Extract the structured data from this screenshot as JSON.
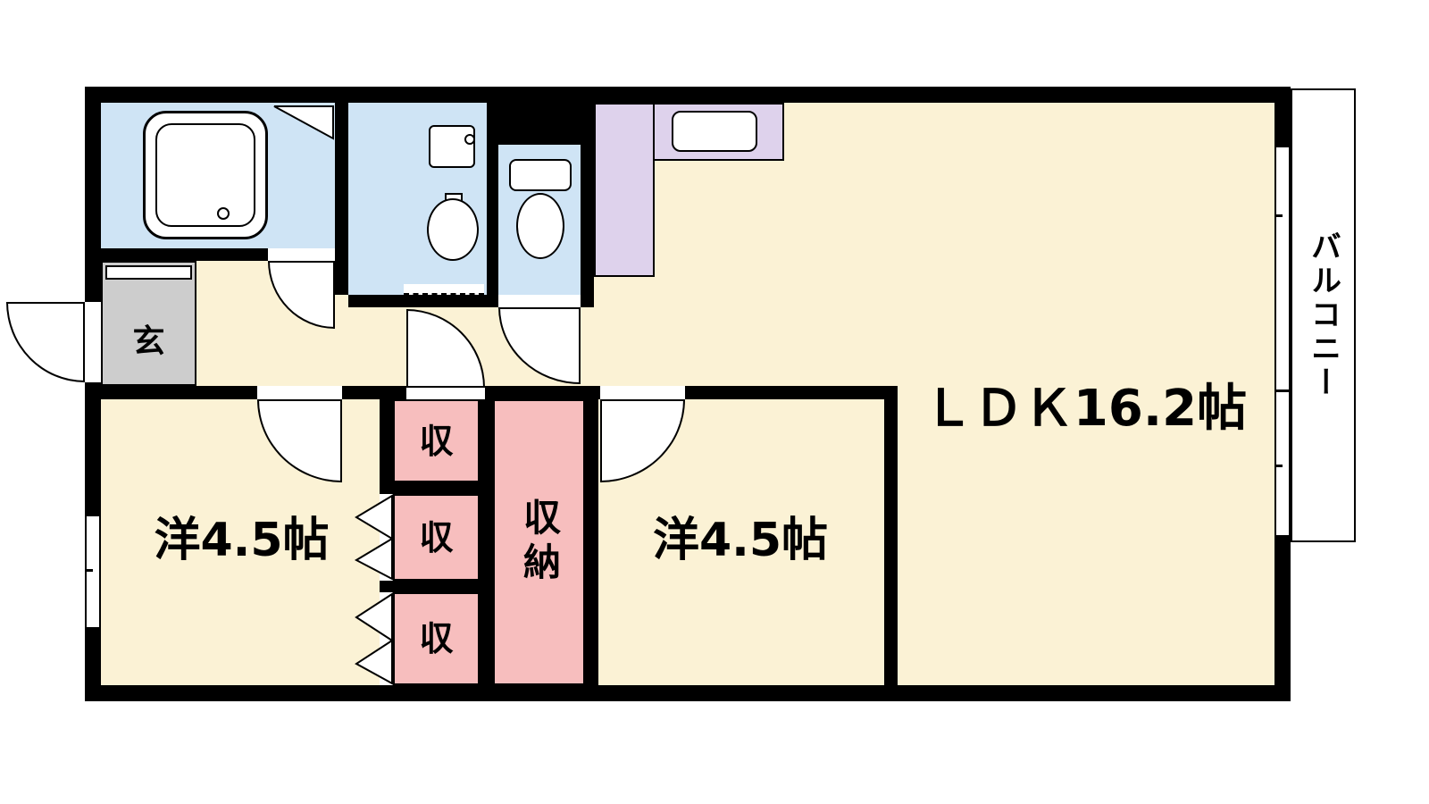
{
  "labels": {
    "ldk": "ＬＤＫ16.2帖",
    "room_left": "洋4.5帖",
    "room_right": "洋4.5帖",
    "closet_top": "収",
    "closet_mid": "収",
    "closet_bottom": "収",
    "closet_tall": "収納",
    "entrance": "玄",
    "balcony": "バルコニー"
  },
  "colors": {
    "room": "#FBF2D5",
    "wet": "#CFE4F5",
    "kitchen": "#DED2EC",
    "closet": "#F7BEBE",
    "entrance": "#CDCDCD",
    "wall": "#000000"
  }
}
